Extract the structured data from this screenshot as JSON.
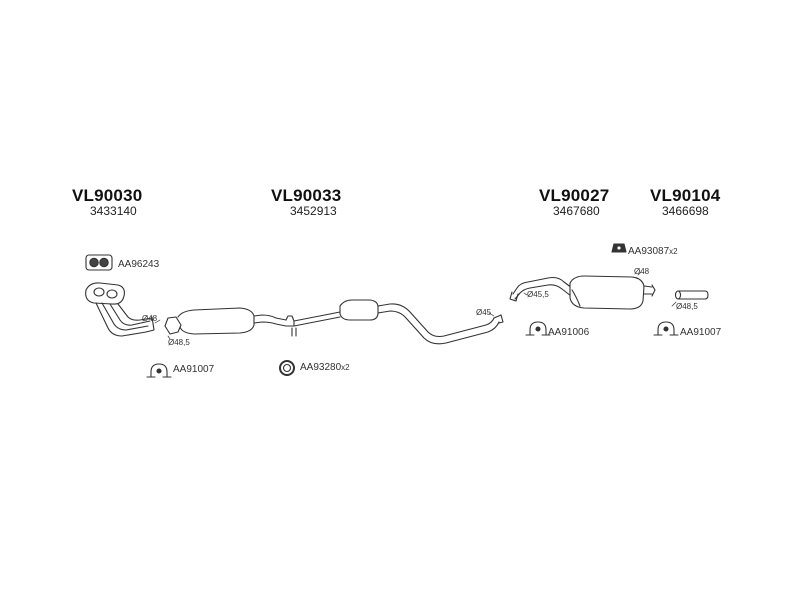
{
  "groups": [
    {
      "code": "VL90030",
      "ref": "3433140"
    },
    {
      "code": "VL90033",
      "ref": "3452913"
    },
    {
      "code": "VL90027",
      "ref": "3467680"
    },
    {
      "code": "VL90104",
      "ref": "3466698"
    }
  ],
  "parts": {
    "gasket_front": "AA96243",
    "clamp_front": "AA91007",
    "ring": "AA93280",
    "ring_qty": "x2",
    "clamp_mid": "AA91006",
    "clamp_rear": "AA91007",
    "hanger_rear": "AA93087",
    "hanger_qty": "x2"
  },
  "dimensions": {
    "d48_front": "Ø48",
    "d48_5_front": "Ø48,5",
    "d45": "Ø45",
    "d45_5": "Ø45,5",
    "d48_rear": "Ø48",
    "d48_5_rear": "Ø48,5"
  }
}
